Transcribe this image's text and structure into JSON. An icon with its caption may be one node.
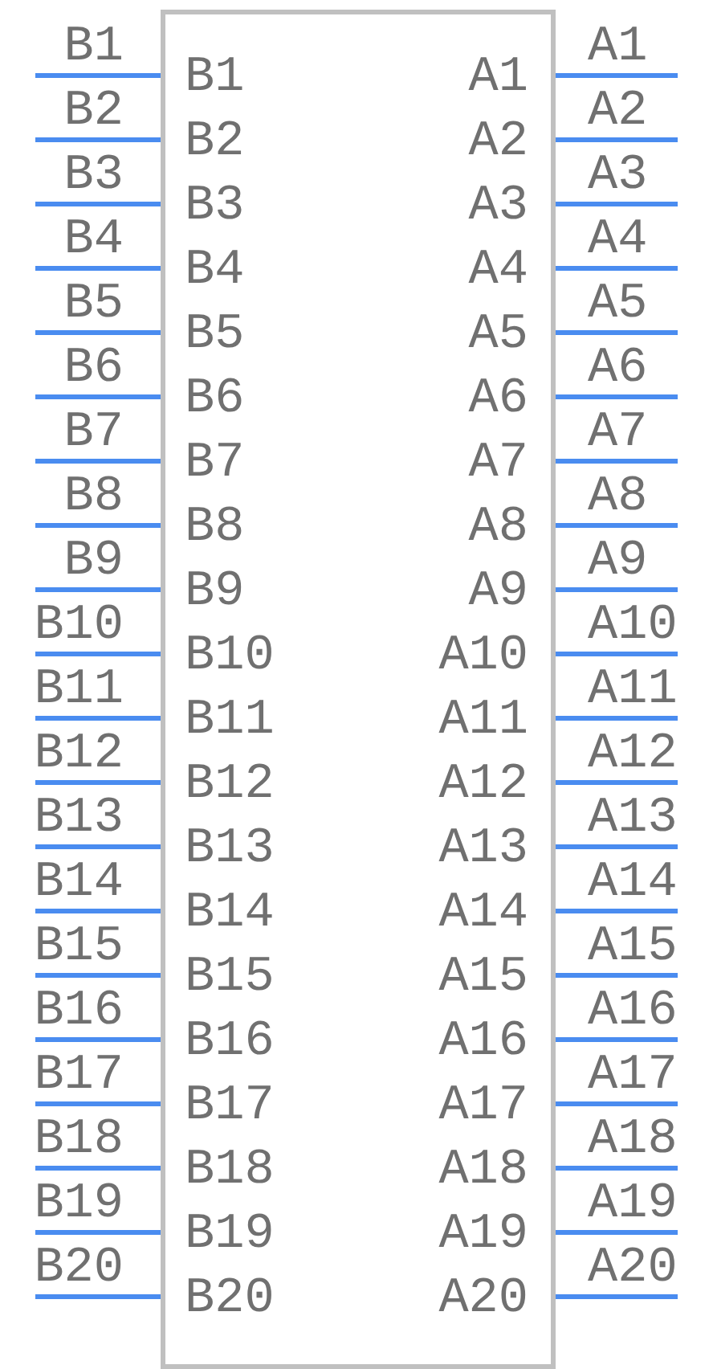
{
  "diagram": {
    "nodes": [
      {
        "text": [
          "B1",
          "A1",
          "B2",
          "A2",
          "B3",
          "A3",
          "B4",
          "A4",
          "B5",
          "A5",
          "B6",
          "A6",
          "B7",
          "A7",
          "B8",
          "A8",
          "B9",
          "A9",
          "B10",
          "A10",
          "B11",
          "A11",
          "B12",
          "A12",
          "B13",
          "A13",
          "B14",
          "A14",
          "B15",
          "A15",
          "B16",
          "A16",
          "B17",
          "A17",
          "B18",
          "A18",
          "B19",
          "A19",
          "B20",
          "A20"
        ]
      }
    ],
    "labels": [
      "B1",
      "A1",
      "B2",
      "A2",
      "B3",
      "A3",
      "B4",
      "A4",
      "B5",
      "A5",
      "B6",
      "A6",
      "B7",
      "A7",
      "B8",
      "A8",
      "B9",
      "A9",
      "B10",
      "A10",
      "B11",
      "A11",
      "B12",
      "A12",
      "B13",
      "A13",
      "B14",
      "A14",
      "B15",
      "A15",
      "B16",
      "A16",
      "B17",
      "A17",
      "B18",
      "A18",
      "B19",
      "A19",
      "B20",
      "A20"
    ]
  }
}
